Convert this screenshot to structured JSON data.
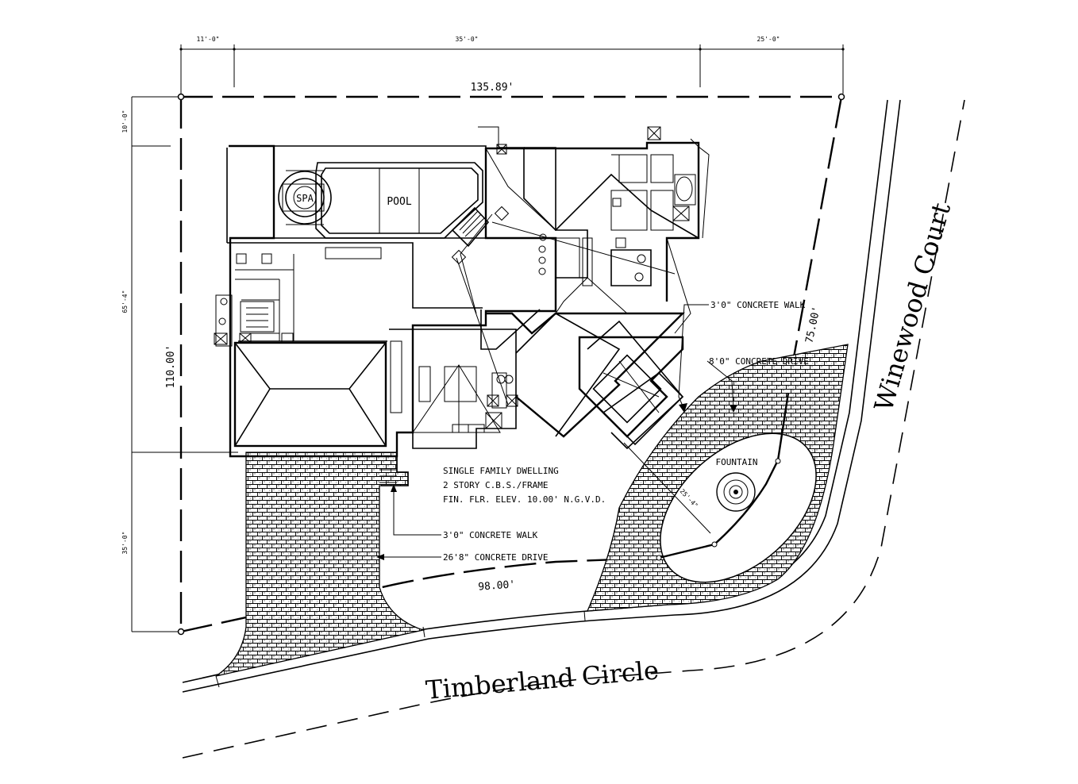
{
  "dimensions": {
    "top_left": "11'-0\"",
    "top_middle": "35'-0\"",
    "top_right": "25'-0\"",
    "left_top": "10'-0\"",
    "left_middle": "65'-4\"",
    "left_bottom": "35'-0\"",
    "diagonal": "25'-4\""
  },
  "boundary": {
    "top": "135.89'",
    "left": "110.00'",
    "right": "75.00'",
    "bottom": "98.00'"
  },
  "labels": {
    "pool": "POOL",
    "spa": "SPA",
    "fountain": "FOUNTAIN",
    "dwelling_line1": "SINGLE FAMILY DWELLING",
    "dwelling_line2": "2 STORY C.B.S./FRAME",
    "dwelling_line3": "FIN. FLR. ELEV. 10.00' N.G.V.D.",
    "walk_top": "3'0\" CONCRETE WALK",
    "drive_top": "8'0\" CONCRETE DRIVE",
    "walk_bottom": "3'0\" CONCRETE WALK",
    "drive_bottom": "26'8\" CONCRETE DRIVE"
  },
  "streets": {
    "south": "Timberland Circle",
    "east": "Winewood Court"
  }
}
